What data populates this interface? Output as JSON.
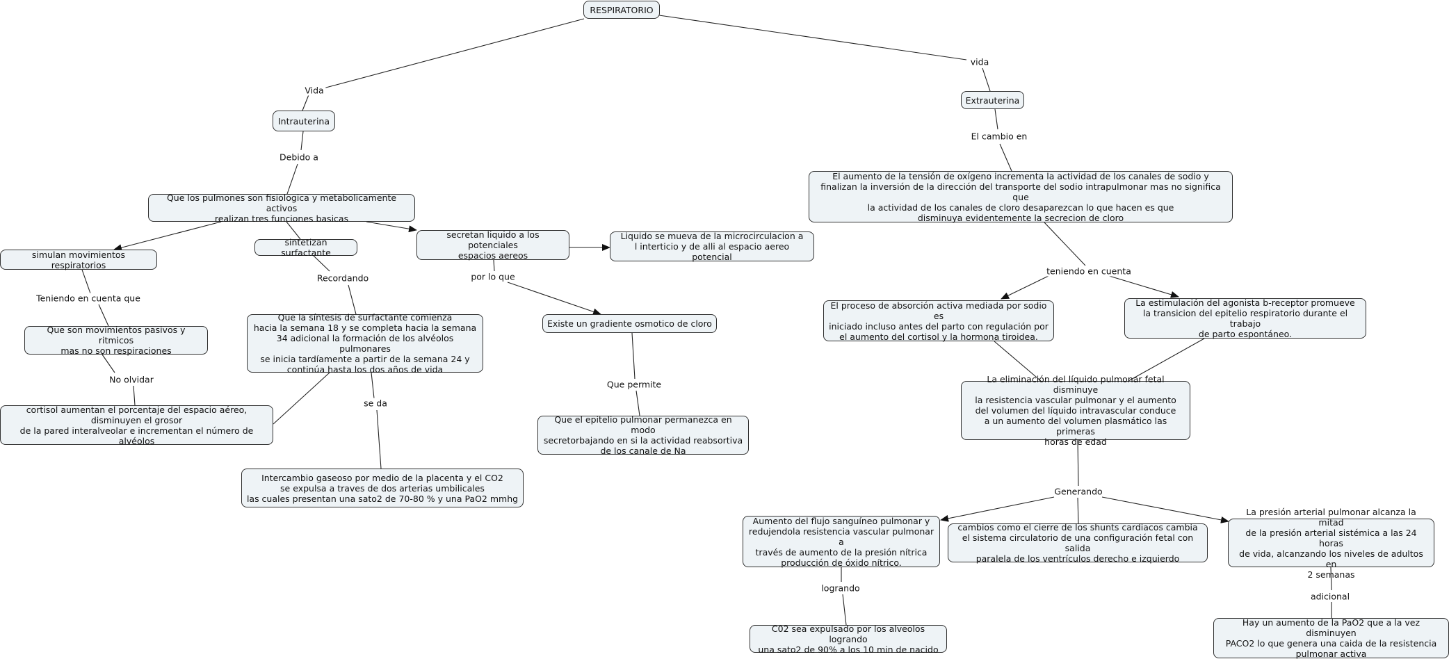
{
  "nodes": {
    "respiratorio": "RESPIRATORIO",
    "intrauterina": "Intrauterina",
    "extrauterina": "Extrauterina",
    "funciones": "Que los pulmones son fisiologica y metabolicamente activos\nrealizan tres funciones basicas",
    "simulan": "simulan movimientos respiratorios",
    "sintetizan": "sintetizan surfactante",
    "secretan": "secretan liquido a los potenciales\nespacios aereos",
    "liquido_mueva": "Liquido se mueva de la microcirculacion a\nl interticio y de alli al espacio aereo potencial",
    "movimientos_pasivos": "Que son movimientos pasivos  y ritmicos\nmas no son respiraciones",
    "cortisol": "cortisol aumentan el porcentaje del espacio aéreo,\ndisminuyen el grosor\nde la pared interalveolar e incrementan el número de alvéolos",
    "sintesis": "Que  la síntesis de surfactante comienza\nhacia la semana 18 y se completa hacia la semana\n34 adicional la formación de los alvéolos pulmonares\nse inicia tardíamente a partir de la semana 24 y\ncontinúa hasta los dos años de vida",
    "intercambio": "Intercambio gaseoso por medio de la placenta  y el CO2\nse expulsa a traves de dos arterias umbilicales\nlas cuales presentan una sato2 de 70-80 % y una PaO2 mmhg",
    "gradiente": "Existe un  gradiente osmotico de cloro",
    "epitelio": "Que el epitelio pulmonar permanezca en modo\nsecretorbajando en si la actividad  reabsortiva\nde los canale de Na",
    "aumento_tension": "El aumento de la tensión de oxígeno incrementa la actividad de los canales de sodio y\nfinalizan la inversión de la dirección del transporte del sodio intrapulmonar  mas no significa que\nla actividad de los canales de cloro  desaparezcan lo que hacen es que\ndisminuya evidentemente la secrecion de cloro",
    "absorcion": "El proceso de absorción activa mediada por sodio es\niniciado incluso antes del parto con regulación por\nel aumento  del cortisol y la hormona tiroidea.",
    "estimulacion": "La estimulación del agonista b-receptor promueve\nla transicion del epitelio respiratorio durante el trabajo\nde parto espontáneo.",
    "eliminacion": "La eliminación del líquido pulmonar fetal disminuye\nla resistencia vascular pulmonar y el aumento\ndel volumen del líquido intravascular conduce\na un aumento del volumen plasmático las primeras\nhoras de edad",
    "flujo": "Aumento del flujo sanguíneo pulmonar y\nredujendola resistencia vascular pulmonar a\ntravés de aumento de la presión nítrica\nproducción de óxido nítrico.",
    "shunts": "cambios como el  cierre de los shunts cardiacos cambia\nel sistema circulatorio de una configuración fetal con salida\nparalela de los ventrículos derecho e izquierdo",
    "presion": "La presión arterial pulmonar alcanza la mitad\nde la presión arterial sistémica a las 24 horas\nde vida, alcanzando los niveles de adultos en\n2 semanas",
    "co2": "C02 sea expulsado por los alveolos logrando\nuna sato2 de 90% a los 10 min de nacido",
    "pao2": "Hay un aumento de la PaO2 que a la vez disminuyen\nPACO2 lo que genera una caida de la resistencia\npulmonar activa"
  },
  "links": {
    "vida_left": "Vida",
    "vida_right": "vida",
    "debido_a": "Debido a",
    "el_cambio_en": "El cambio en",
    "teniendo_en_cuenta_que": "Teniendo en cuenta que",
    "recordando": "Recordando",
    "por_lo_que": "por lo que",
    "no_olvidar": "No olvidar",
    "se_da": "se da",
    "que_permite": "Que permite",
    "teniendo_en_cuenta": "teniendo en cuenta",
    "generando": "Generando",
    "logrando": "logrando",
    "adicional": "adicional"
  },
  "colors": {
    "node_fill": "#eef3f6",
    "node_border": "#2f2f2f",
    "edge": "#222222"
  }
}
